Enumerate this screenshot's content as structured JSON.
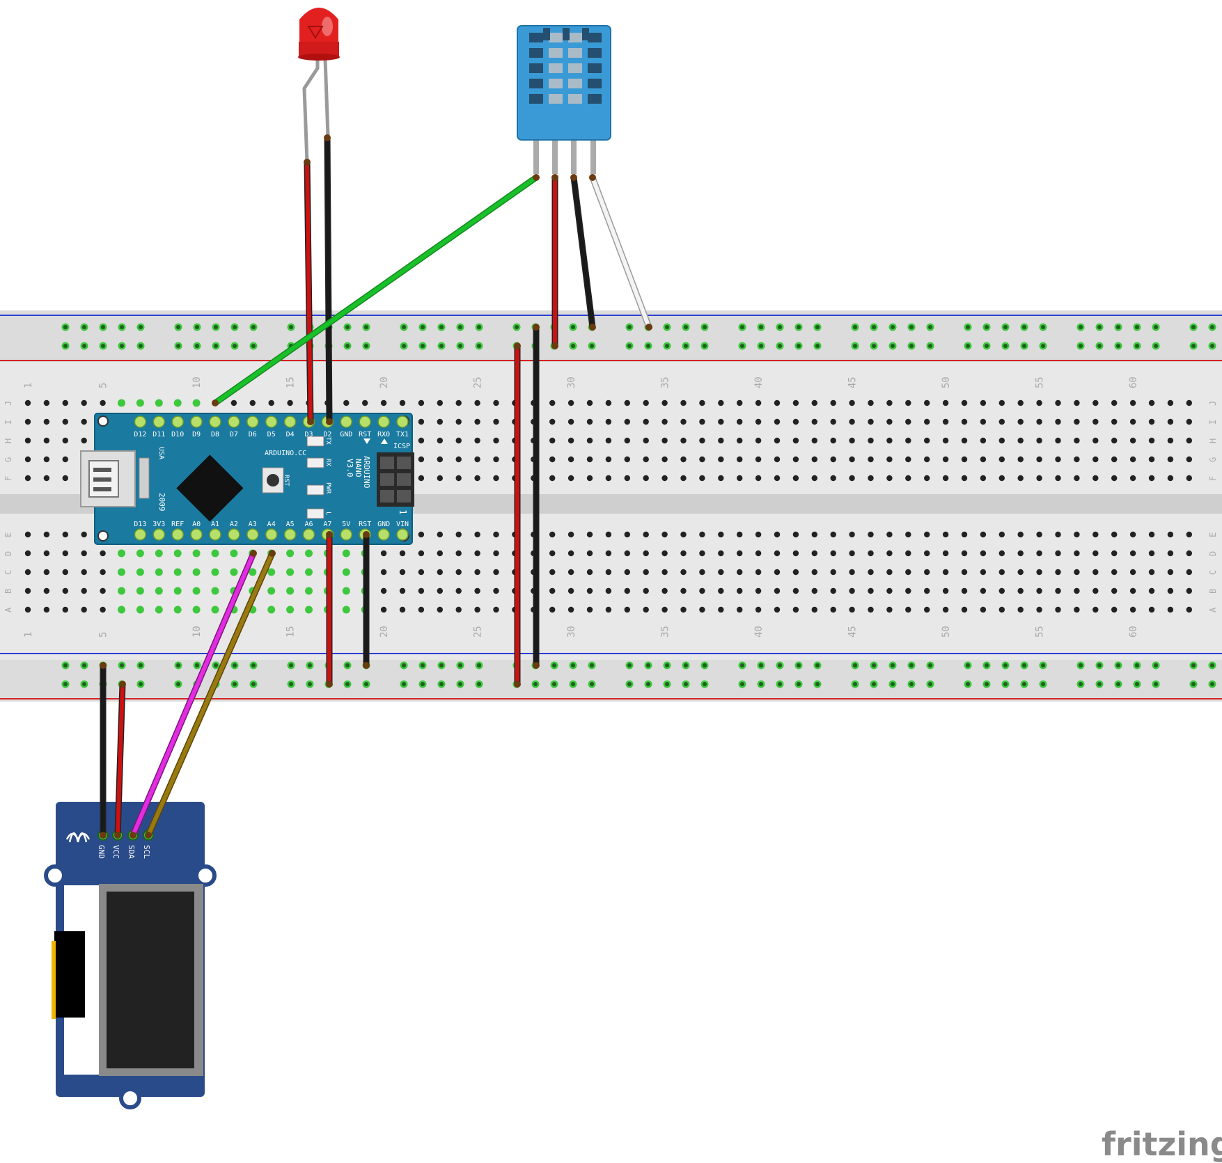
{
  "breadboard": {
    "column_numbers": [
      "1",
      "5",
      "10",
      "15",
      "20",
      "25",
      "30",
      "35",
      "40",
      "45",
      "50",
      "55",
      "60"
    ],
    "row_letters_top": [
      "J",
      "I",
      "H",
      "G",
      "F"
    ],
    "row_letters_bottom": [
      "E",
      "D",
      "C",
      "B",
      "A"
    ]
  },
  "arduino": {
    "top_pins": [
      "D12",
      "D11",
      "D10",
      "D9",
      "D8",
      "D7",
      "D6",
      "D5",
      "D4",
      "D3",
      "D2",
      "GND",
      "RST",
      "RX0",
      "TX1"
    ],
    "bottom_pins": [
      "D13",
      "3V3",
      "REF",
      "A0",
      "A1",
      "A2",
      "A3",
      "A4",
      "A5",
      "A6",
      "A7",
      "5V",
      "RST",
      "GND",
      "VIN"
    ],
    "brand": "ARDUINO.CC",
    "model_lines": [
      "ARDUINO",
      "NANO",
      "V3.0"
    ],
    "usa": "USA",
    "year": "2009",
    "rst_button": "RST",
    "led_labels": [
      "TX",
      "RX",
      "PWR",
      "L"
    ],
    "icsp": "ICSP",
    "icsp_pin1": "1"
  },
  "oled": {
    "pin_labels": [
      "GND",
      "VCC",
      "SDA",
      "SCL"
    ]
  },
  "wire_colors": {
    "red": "#cc1111",
    "black": "#1a1a1a",
    "green": "#19c02a",
    "white": "#f4f4f4",
    "magenta": "#e22ce0",
    "brown": "#9a7a10"
  },
  "watermark": "fritzing"
}
